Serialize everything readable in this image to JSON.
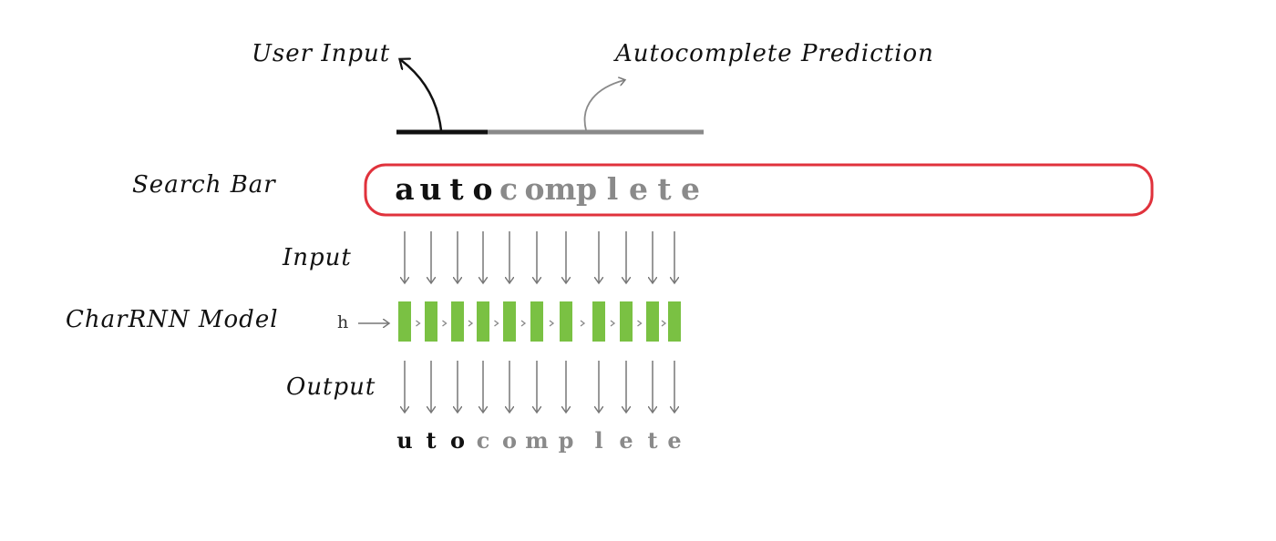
{
  "labels": {
    "user_input": "User Input",
    "autocomplete_prediction": "Autocomplete Prediction",
    "search_bar": "Search Bar",
    "input": "Input",
    "model": "CharRNN Model",
    "output": "Output",
    "hidden": "h"
  },
  "search_bar": {
    "typed": [
      "a",
      "u",
      "t",
      "o"
    ],
    "predicted": [
      "c",
      "o",
      "m",
      "p",
      "l",
      "e",
      "t",
      "e"
    ]
  },
  "output": {
    "typed": [
      "u",
      "t",
      "o"
    ],
    "predicted": [
      "c",
      "o",
      "m",
      "p",
      "l",
      "e",
      "t",
      "e"
    ]
  },
  "colors": {
    "typed_text": "#111111",
    "predicted_text": "#8a8a8a",
    "search_border": "#e0323c",
    "cell_fill": "#7ac143",
    "arrow": "#777777",
    "user_bar": "#111111",
    "prediction_bar": "#8a8a8a"
  }
}
